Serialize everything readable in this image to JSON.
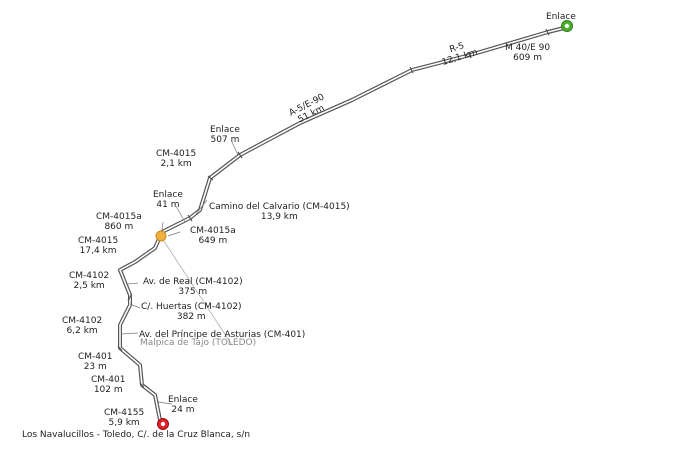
{
  "map": {
    "endpoints": {
      "start": {
        "label": "Enlace",
        "color": "#4caf2a",
        "icon": "start-marker-icon"
      },
      "end": {
        "label": "Los Navalucillos - Toledo, C/. de la Cruz Blanca, s/n",
        "color": "#e0202a",
        "icon": "end-marker-icon"
      }
    },
    "waypoint": {
      "color": "#f0b040",
      "icon": "waypoint-marker-icon"
    },
    "segments": [
      {
        "id": "m40",
        "road": "M 40/E 90",
        "distance": "609 m"
      },
      {
        "id": "r5",
        "road": "R-5",
        "distance": "12,1 km"
      },
      {
        "id": "a5",
        "road": "A-5/E-90",
        "distance": "51 km"
      },
      {
        "id": "enlace1",
        "road": "Enlace",
        "distance": "507 m"
      },
      {
        "id": "cm4015a",
        "road": "CM-4015",
        "distance": "2,1 km"
      },
      {
        "id": "calvario",
        "road": "Camino del Calvario (CM-4015)",
        "distance": "13,9 km"
      },
      {
        "id": "enlace2",
        "road": "Enlace",
        "distance": "41 m"
      },
      {
        "id": "cm4015a_1",
        "road": "CM-4015a",
        "distance": "860 m"
      },
      {
        "id": "cm4015a_2",
        "road": "CM-4015a",
        "distance": "649 m"
      },
      {
        "id": "cm4015b",
        "road": "CM-4015",
        "distance": "17,4 km"
      },
      {
        "id": "avreal",
        "road": "Av. de Real (CM-4102)",
        "distance": "375 m"
      },
      {
        "id": "cm4102a",
        "road": "CM-4102",
        "distance": "2,5 km"
      },
      {
        "id": "huertas",
        "road": "C/. Huertas (CM-4102)",
        "distance": "382 m"
      },
      {
        "id": "cm4102b",
        "road": "CM-4102",
        "distance": "6,2 km"
      },
      {
        "id": "asturias",
        "road": "Av. del Príncipe de Asturias (CM-401)",
        "distance": ""
      },
      {
        "id": "cm401a",
        "road": "CM-401",
        "distance": "23 m"
      },
      {
        "id": "cm401b",
        "road": "CM-401",
        "distance": "102 m"
      },
      {
        "id": "enlace3",
        "road": "Enlace",
        "distance": "24 m"
      },
      {
        "id": "cm4155",
        "road": "CM-4155",
        "distance": "5,9 km"
      }
    ],
    "place": "Malpica de Tajo (TOLEDO)",
    "colors": {
      "road_outline": "#555555",
      "road_fill": "#ffffff",
      "leader": "#777777",
      "guide": "#b0b0b0"
    }
  }
}
